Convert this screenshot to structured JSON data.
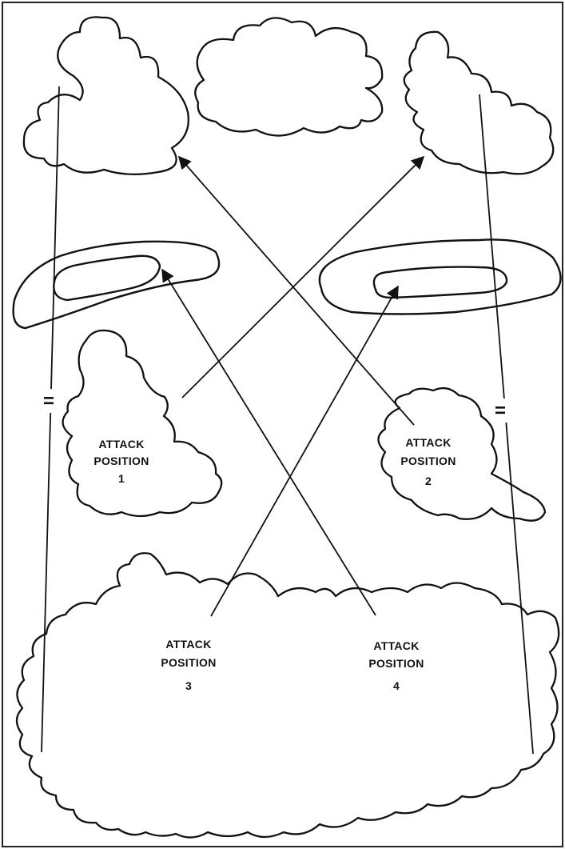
{
  "positions": [
    {
      "line1": "ATTACK",
      "line2": "POSITION",
      "number": "1"
    },
    {
      "line1": "ATTACK",
      "line2": "POSITION",
      "number": "2"
    },
    {
      "line1": "ATTACK",
      "line2": "POSITION",
      "number": "3"
    },
    {
      "line1": "ATTACK",
      "line2": "POSITION",
      "number": "4"
    }
  ],
  "break_marks": [
    "=",
    "="
  ],
  "colors": {
    "ink": "#111111",
    "paper": "#ffffff"
  }
}
